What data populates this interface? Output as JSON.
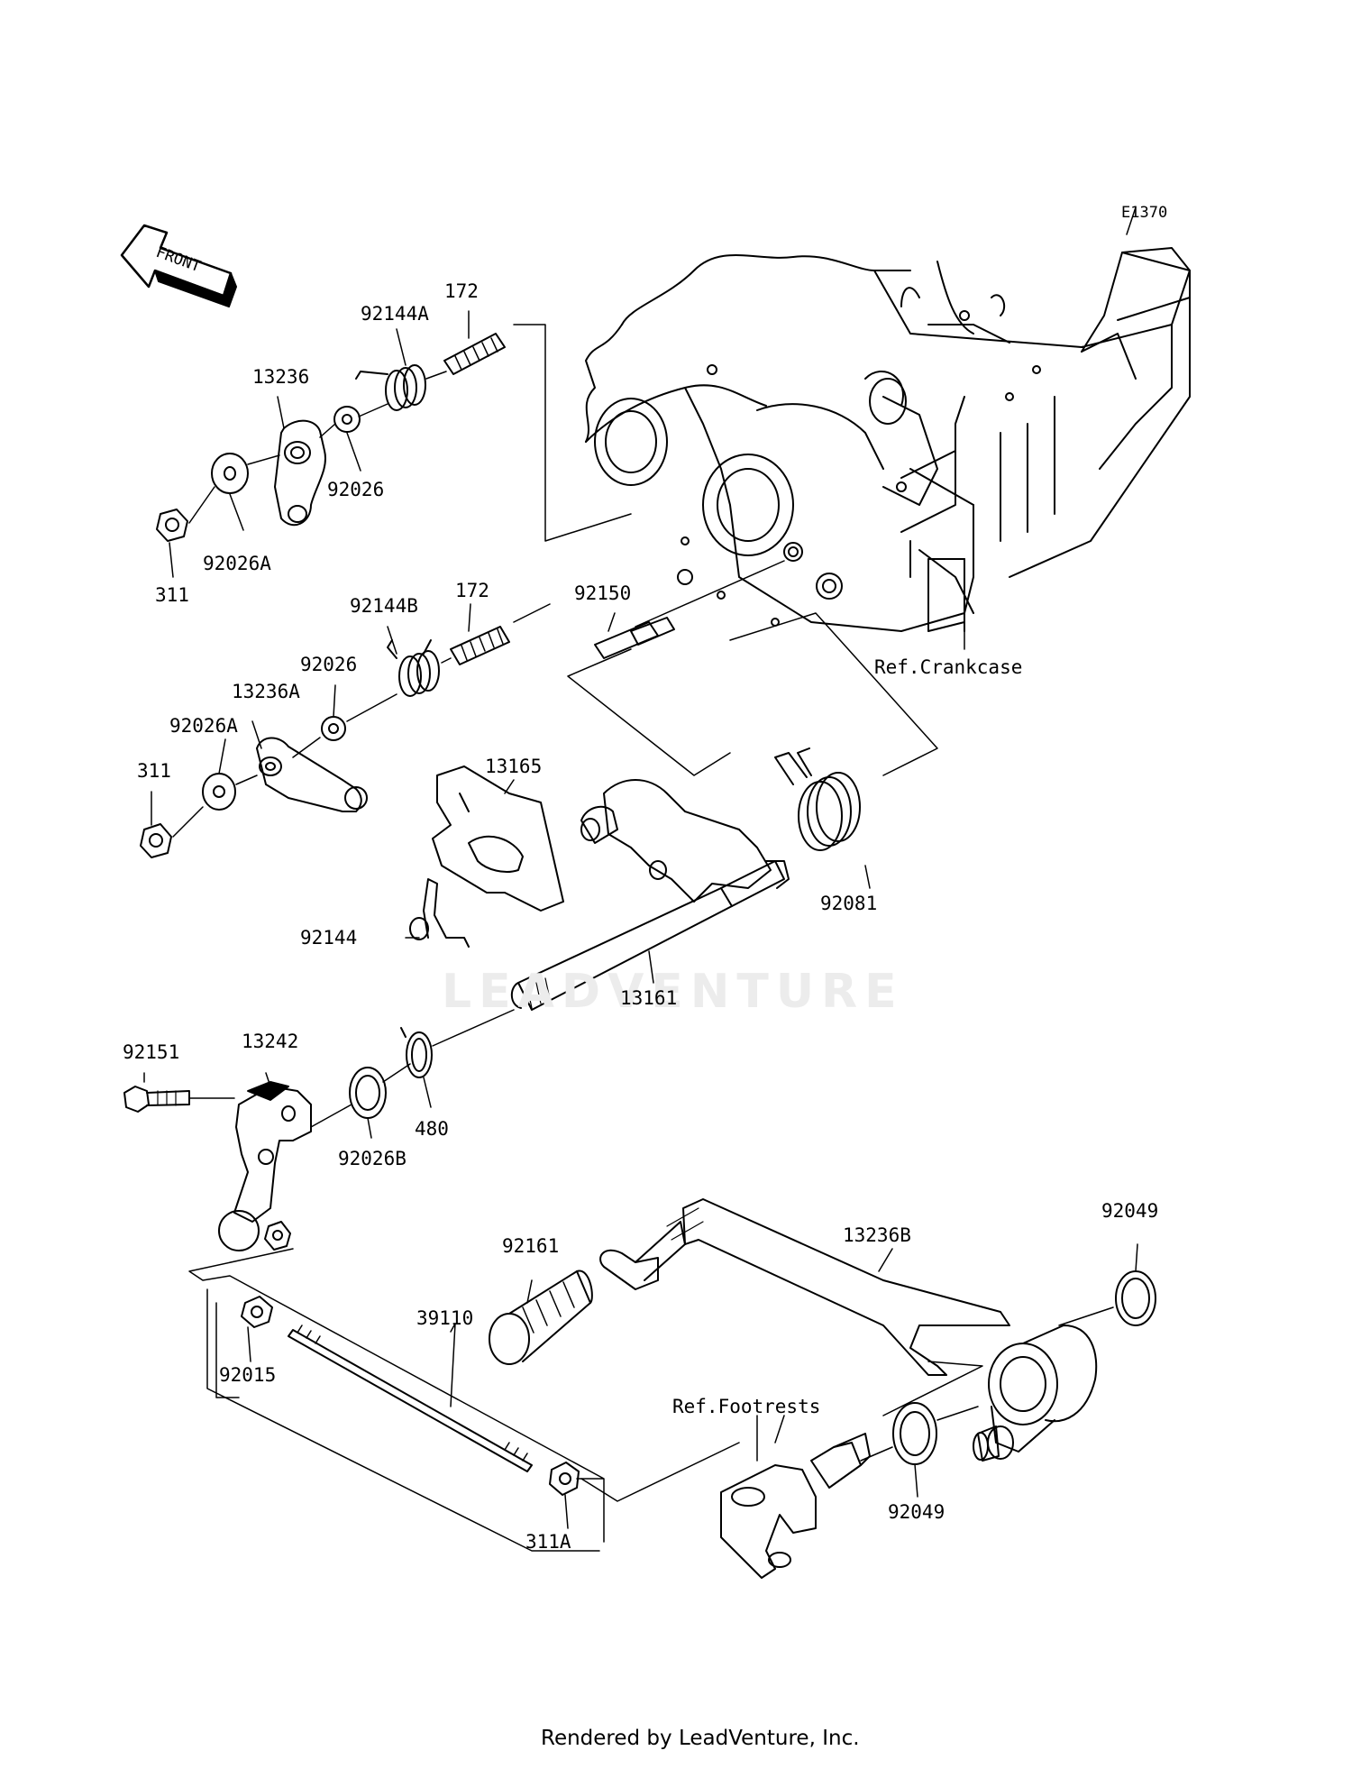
{
  "diagram_code": "E1370",
  "front_label": "FRONT",
  "watermark": "LEADVENTURE",
  "footer": "Rendered by LeadVenture, Inc.",
  "parts": {
    "p172a": "172",
    "p92144A": "92144A",
    "p13236": "13236",
    "p92026a": "92026",
    "p311a": "311",
    "p92026A_a": "92026A",
    "p92144B": "92144B",
    "p172b": "172",
    "p92026b": "92026",
    "p13236A": "13236A",
    "p92026A_b": "92026A",
    "p311b": "311",
    "p92150": "92150",
    "p13165": "13165",
    "p92144": "92144",
    "p92081": "92081",
    "p13161": "13161",
    "p92151": "92151",
    "p13242": "13242",
    "p92026B": "92026B",
    "p480": "480",
    "p92161": "92161",
    "p13236B": "13236B",
    "p92049a": "92049",
    "p39110": "39110",
    "p92015": "92015",
    "p311A": "311A",
    "p92049b": "92049"
  },
  "references": {
    "crankcase": "Ref.Crankcase",
    "footrests": "Ref.Footrests"
  }
}
